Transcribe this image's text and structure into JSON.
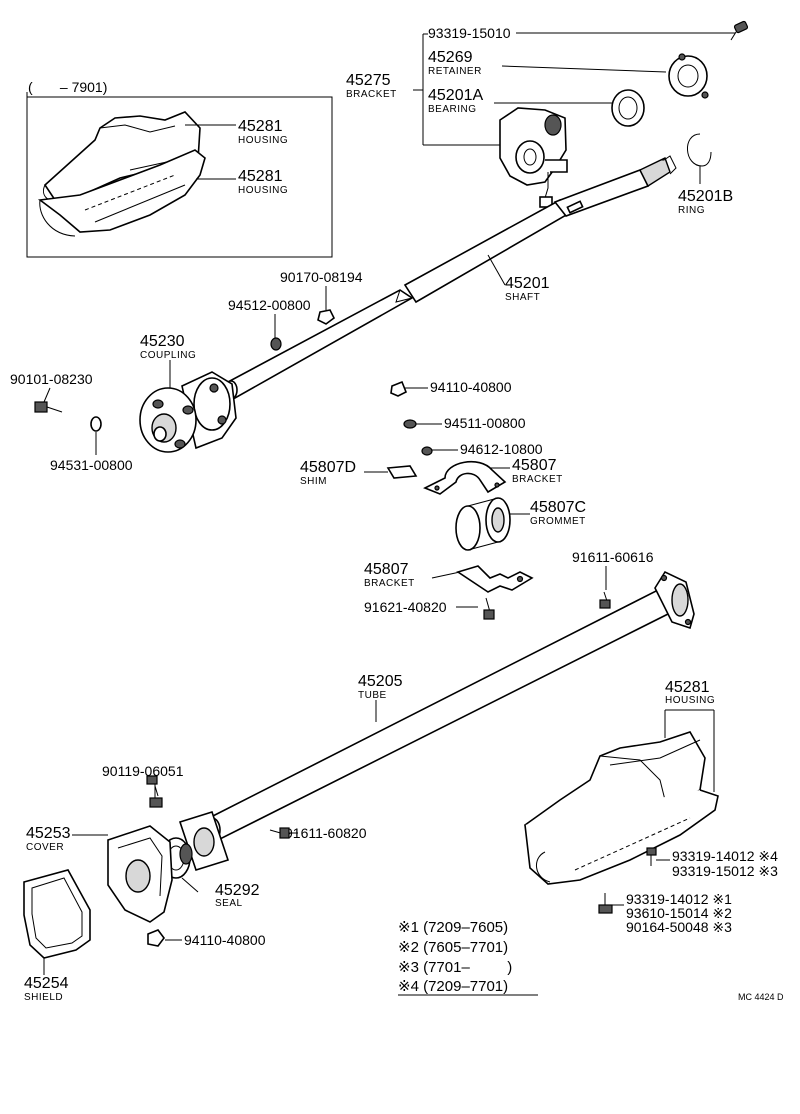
{
  "labels": {
    "p93319_15010": "93319-15010",
    "p45269": "45269",
    "retainer": "RETAINER",
    "p45275": "45275",
    "bracket_top": "BRACKET",
    "p45201a": "45201A",
    "bearing": "BEARING",
    "p45201b": "45201B",
    "ring": "RING",
    "date_range": "(       – 7901)",
    "p45281_a": "45281",
    "housing_a": "HOUSING",
    "p45281_b": "45281",
    "housing_b": "HOUSING",
    "p45201": "45201",
    "shaft": "SHAFT",
    "p90170_08194": "90170-08194",
    "p94512_00800": "94512-00800",
    "p45230": "45230",
    "coupling": "COUPLING",
    "p90101_08230": "90101-08230",
    "p94531_00800": "94531-00800",
    "p94110_40800_top": "94110-40800",
    "p94511_00800": "94511-00800",
    "p94612_10800": "94612-10800",
    "p45807d": "45807D",
    "shim": "SHIM",
    "p45807_a": "45807",
    "bracket_a": "BRACKET",
    "p45807c": "45807C",
    "grommet": "GROMMET",
    "p45807_b": "45807",
    "bracket_b": "BRACKET",
    "p91611_60616": "91611-60616",
    "p91621_40820": "91621-40820",
    "p45205": "45205",
    "tube": "TUBE",
    "p45281_c": "45281",
    "housing_c": "HOUSING",
    "p90119_06051": "90119-06051",
    "p91611_60820": "91611-60820",
    "p45253": "45253",
    "cover": "COVER",
    "p45292": "45292",
    "seal": "SEAL",
    "p93319_14012_4": "93319-14012 ※4",
    "p93319_15012_3": "93319-15012 ※3",
    "p93319_14012_1": "93319-14012 ※1",
    "p93610_15014_2": "93610-15014 ※2",
    "p90164_50048_3": "90164-50048 ※3",
    "p94110_40800_bot": "94110-40800",
    "p45254": "45254",
    "shield": "SHIELD",
    "code": "MC 4424 D"
  },
  "legend": [
    "※1 (7209–7605)",
    "※2 (7605–7701)",
    "※3 (7701–         )",
    "※4 (7209–7701)"
  ]
}
